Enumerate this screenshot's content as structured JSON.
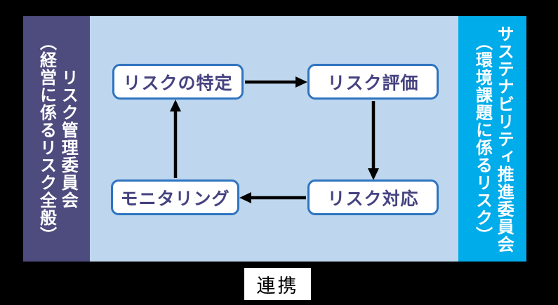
{
  "diagram": {
    "background_color": "#000000",
    "left_panel": {
      "title": "リスク管理委員会",
      "subtitle": "（経営に係るリスク全般）",
      "bg_color": "#4e4b7e",
      "text_color": "#ffffff"
    },
    "right_panel": {
      "title": "サステナビリティ推進委員会",
      "subtitle": "（環境課題に係るリスク）",
      "bg_color": "#00ace9",
      "text_color": "#ffffff"
    },
    "flow": {
      "bg_color": "#bed7ee",
      "node_bg_color": "#ffffff",
      "node_border_color": "#2e74c0",
      "node_text_color": "#454280",
      "arrow_color": "#000000",
      "nodes": [
        {
          "id": "identify",
          "label": "リスクの特定"
        },
        {
          "id": "evaluate",
          "label": "リスク評価"
        },
        {
          "id": "respond",
          "label": "リスク対応"
        },
        {
          "id": "monitor",
          "label": "モニタリング"
        }
      ],
      "connectors": [
        {
          "from": "identify",
          "to": "evaluate",
          "direction": "right"
        },
        {
          "from": "evaluate",
          "to": "respond",
          "direction": "down"
        },
        {
          "from": "respond",
          "to": "monitor",
          "direction": "left"
        },
        {
          "from": "monitor",
          "to": "identify",
          "direction": "up"
        }
      ]
    },
    "link_label": {
      "text": "連携",
      "bg_color": "#ffffff",
      "text_color": "#000000"
    }
  }
}
